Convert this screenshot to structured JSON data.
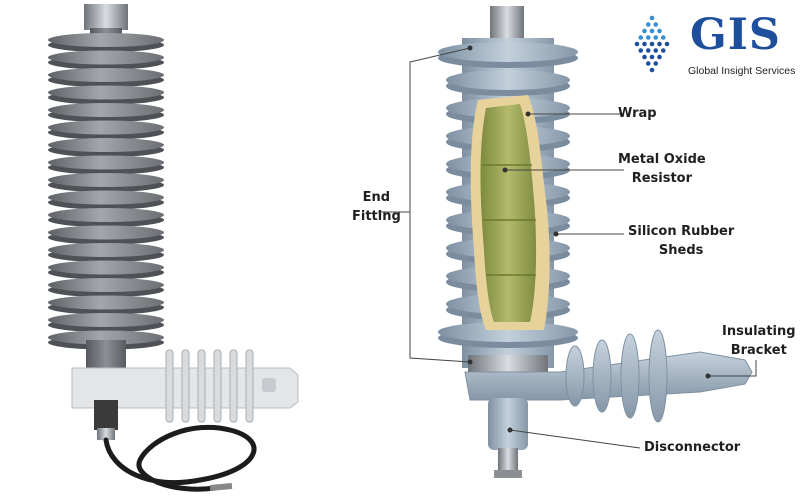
{
  "logo": {
    "brand": "GIS",
    "tagline": "Global Insight Services"
  },
  "labels": {
    "wrap": "Wrap",
    "metal_oxide_line1": "Metal Oxide",
    "metal_oxide_line2": "Resistor",
    "end_fitting_line1": "End",
    "end_fitting_line2": "Fitting",
    "silicon_line1": "Silicon Rubber",
    "silicon_line2": "Sheds",
    "bracket_line1": "Insulating",
    "bracket_line2": "Bracket",
    "disconnector": "Disconnector"
  },
  "colors": {
    "shed_grey": "#8b8f94",
    "shed_blue": "#a9b9c8",
    "resistor_green": "#9aa45a",
    "wrap_tan": "#e6d29a",
    "brand_blue": "#1e4f9c"
  }
}
